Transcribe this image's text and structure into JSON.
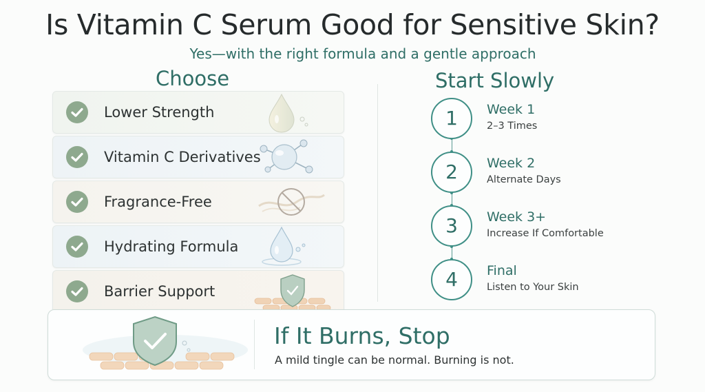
{
  "header": {
    "title": "Is Vitamin C Serum Good for Sensitive Skin?",
    "subtitle": "Yes—with the right formula and a gentle approach"
  },
  "choose": {
    "heading": "Choose",
    "items": [
      {
        "label": "Lower Strength",
        "icon": "serum-drop-icon"
      },
      {
        "label": "Vitamin C Derivatives",
        "icon": "molecule-icon"
      },
      {
        "label": "Fragrance-Free",
        "icon": "no-fragrance-icon"
      },
      {
        "label": "Hydrating Formula",
        "icon": "water-drop-icon"
      },
      {
        "label": "Barrier Support",
        "icon": "shield-skin-icon"
      }
    ]
  },
  "start": {
    "heading": "Start Slowly",
    "steps": [
      {
        "number": "1",
        "title": "Week 1",
        "desc": "2–3 Times"
      },
      {
        "number": "2",
        "title": "Week 2",
        "desc": "Alternate Days"
      },
      {
        "number": "3",
        "title": "Week 3+",
        "desc": "Increase If Comfortable"
      },
      {
        "number": "4",
        "title": "Final",
        "desc": "Listen to Your Skin"
      }
    ]
  },
  "warning": {
    "title": "If It Burns, Stop",
    "text": "A mild tingle can be normal. Burning is not.",
    "icon": "shield-check-icon"
  },
  "colors": {
    "accent": "#2f6e66",
    "check": "#8ea98e",
    "background": "#fbfcfb"
  }
}
